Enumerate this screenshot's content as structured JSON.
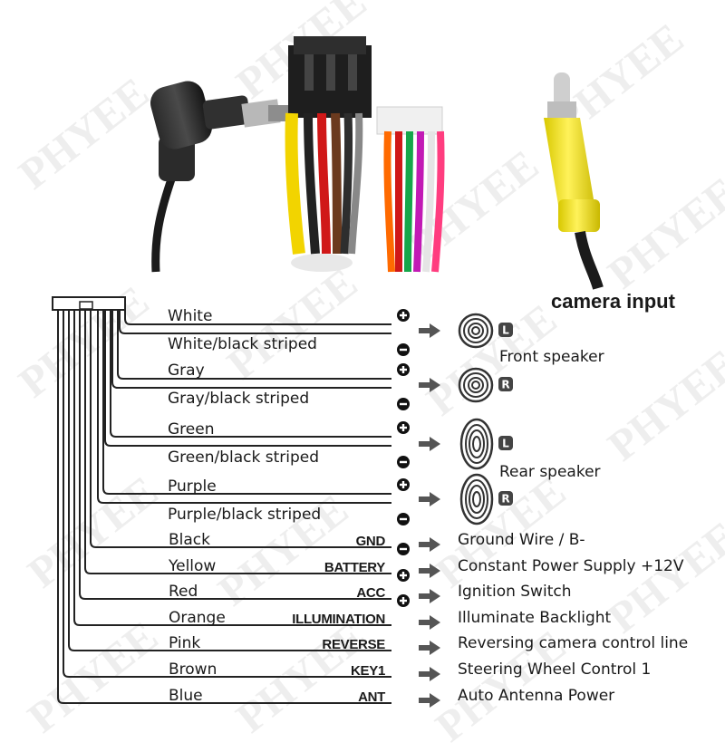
{
  "camera_label": "camera input",
  "watermark_text": "PHYEE",
  "speaker_wires": [
    {
      "label": "White",
      "polarity": "+"
    },
    {
      "label": "White/black striped",
      "polarity": "-"
    },
    {
      "label": "Gray",
      "polarity": "+"
    },
    {
      "label": "Gray/black striped",
      "polarity": "-"
    },
    {
      "label": "Green",
      "polarity": "+"
    },
    {
      "label": "Green/black striped",
      "polarity": "-"
    },
    {
      "label": "Purple",
      "polarity": "+"
    },
    {
      "label": "Purple/black striped",
      "polarity": "-"
    }
  ],
  "speakers": [
    {
      "side": "L",
      "group": "front"
    },
    {
      "side": "R",
      "group": "front"
    },
    {
      "side": "L",
      "group": "rear"
    },
    {
      "side": "R",
      "group": "rear"
    }
  ],
  "speaker_groups": {
    "front": "Front speaker",
    "rear": "Rear speaker"
  },
  "function_wires": [
    {
      "color": "Black",
      "function": "GND",
      "symbol": "-",
      "description": "Ground Wire / B-"
    },
    {
      "color": "Yellow",
      "function": "BATTERY",
      "symbol": "+",
      "description": "Constant Power Supply +12V"
    },
    {
      "color": "Red",
      "function": "ACC",
      "symbol": "+",
      "description": "Ignition Switch"
    },
    {
      "color": "Orange",
      "function": "ILLUMINATION",
      "symbol": "arrow",
      "description": "Illuminate Backlight"
    },
    {
      "color": "Pink",
      "function": "REVERSE",
      "symbol": "arrow",
      "description": "Reversing camera control line"
    },
    {
      "color": "Brown",
      "function": "KEY1",
      "symbol": "arrow",
      "description": "Steering Wheel Control 1"
    },
    {
      "color": "Blue",
      "function": "ANT",
      "symbol": "arrow",
      "description": "Auto  Antenna Power"
    }
  ]
}
